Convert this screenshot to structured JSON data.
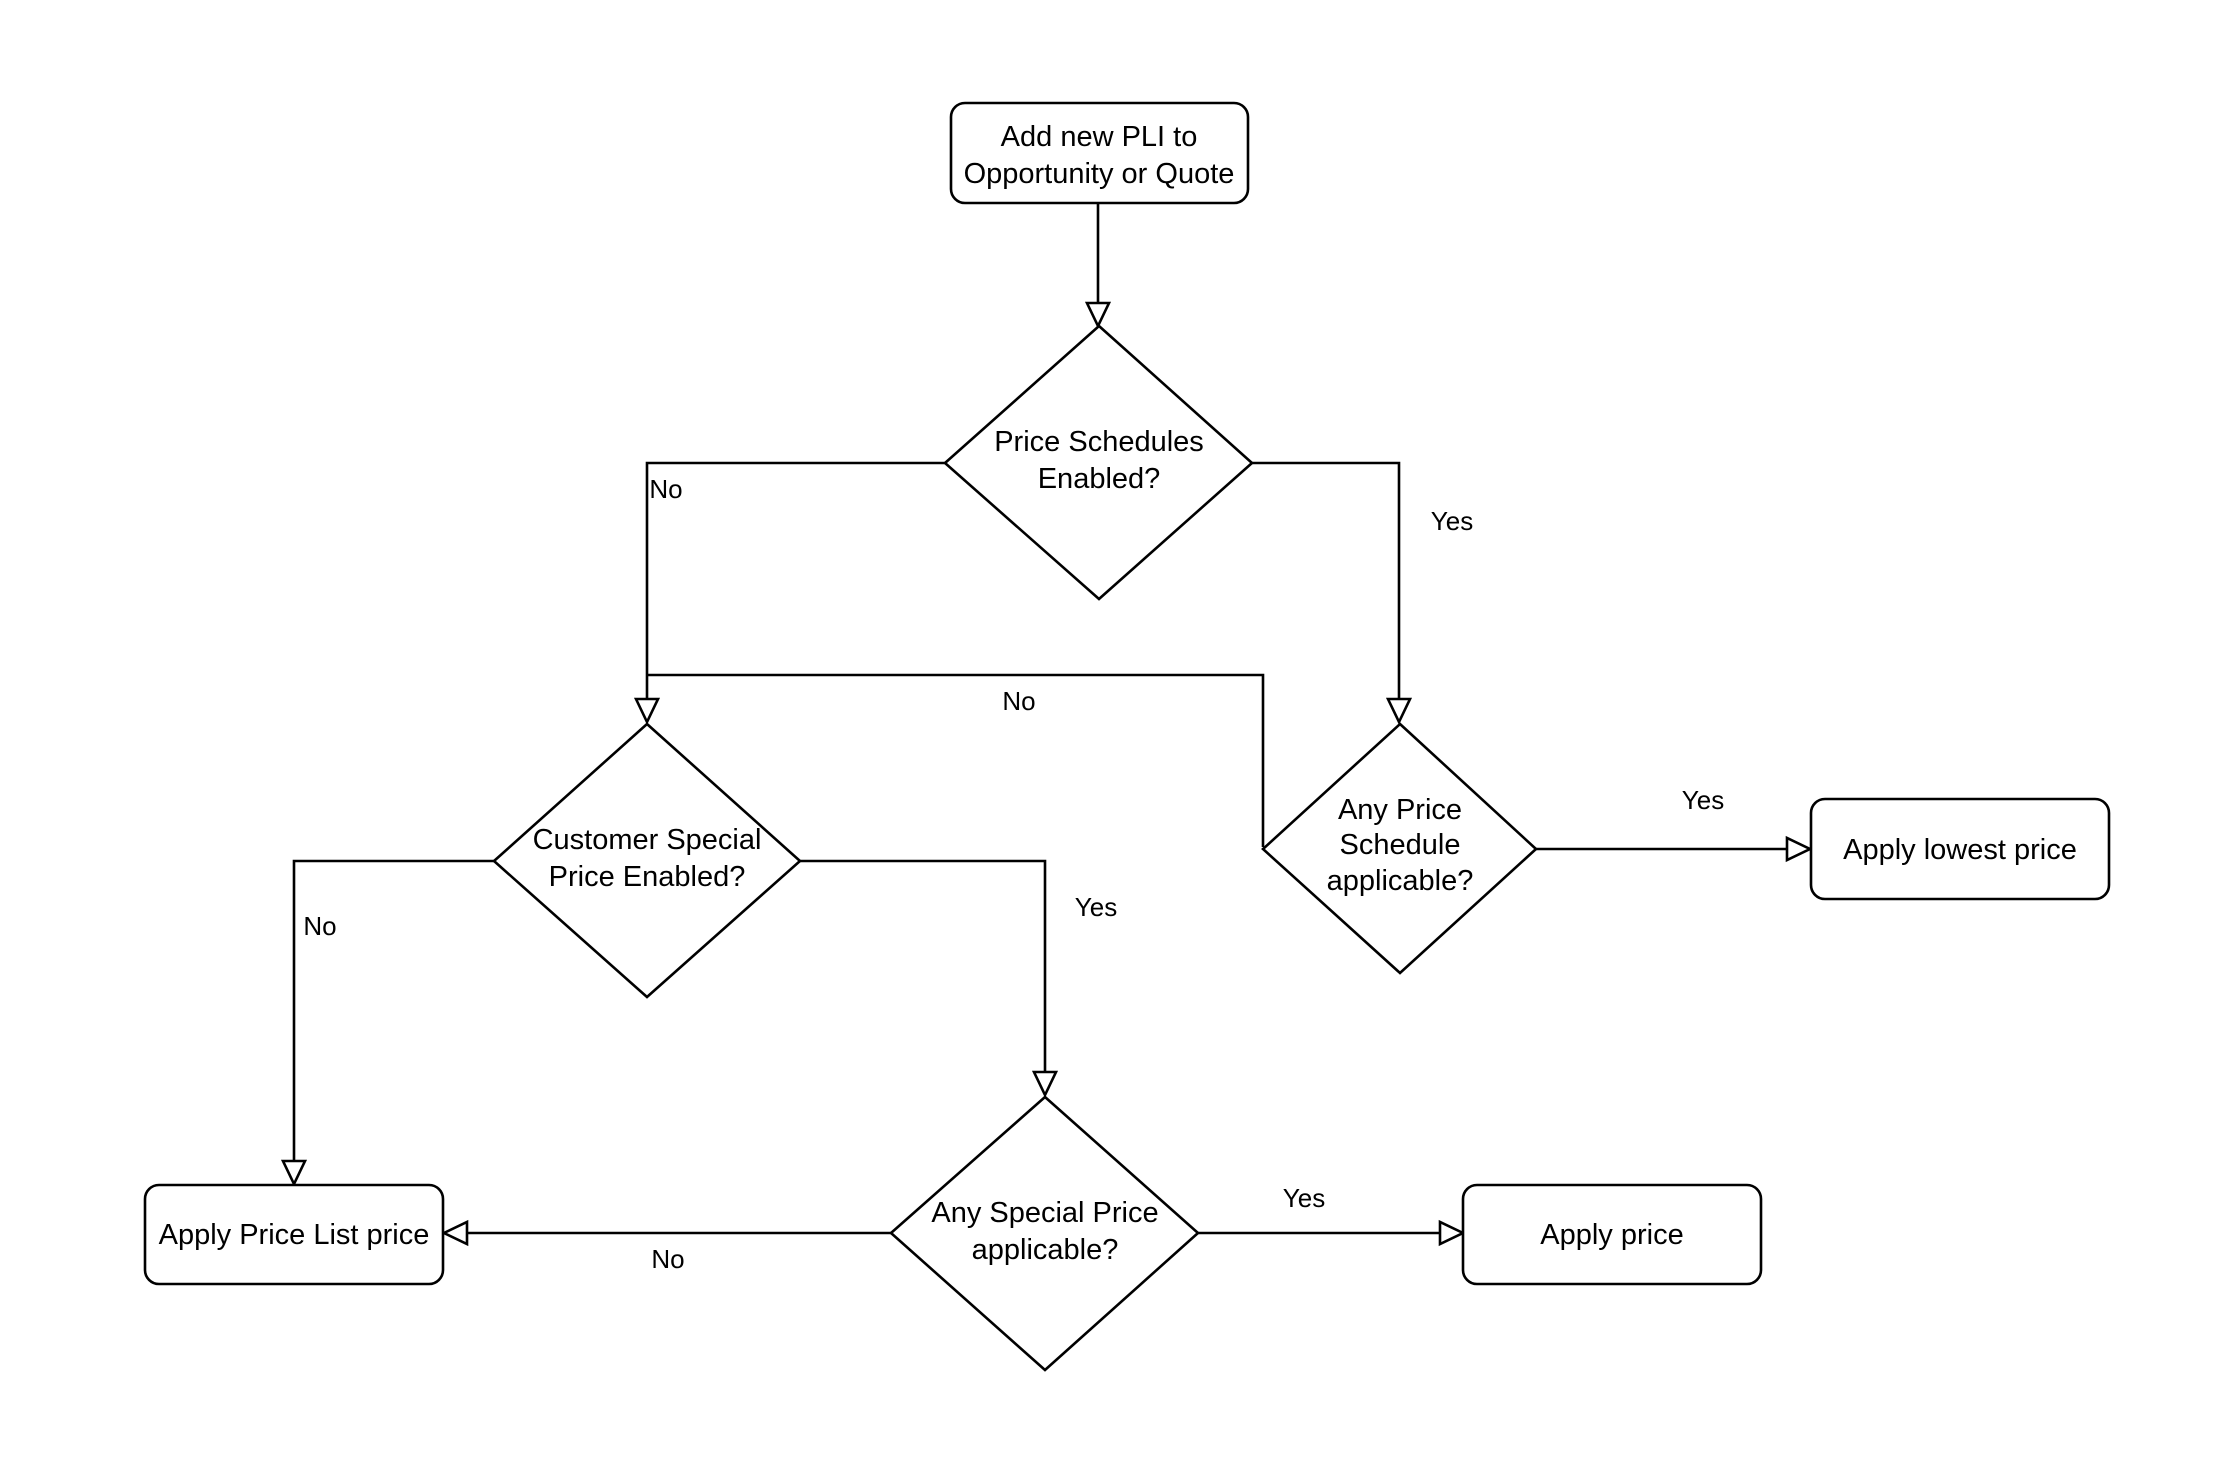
{
  "nodes": {
    "start": {
      "lines": [
        "Add new PLI to",
        "Opportunity or Quote"
      ]
    },
    "price_schedules_enabled": {
      "lines": [
        "Price Schedules",
        "Enabled?"
      ]
    },
    "customer_special_price_enabled": {
      "lines": [
        "Customer Special",
        "Price Enabled?"
      ]
    },
    "any_price_schedule_applicable": {
      "lines": [
        "Any Price",
        "Schedule",
        "applicable?"
      ]
    },
    "apply_lowest_price": {
      "lines": [
        "Apply lowest price"
      ]
    },
    "any_special_price_applicable": {
      "lines": [
        "Any Special Price",
        "applicable?"
      ]
    },
    "apply_price_list_price": {
      "lines": [
        "Apply Price List price"
      ]
    },
    "apply_price": {
      "lines": [
        "Apply price"
      ]
    }
  },
  "edges": {
    "ps_no": {
      "label": "No"
    },
    "ps_yes": {
      "label": "Yes"
    },
    "aps_no": {
      "label": "No"
    },
    "aps_yes": {
      "label": "Yes"
    },
    "csp_no": {
      "label": "No"
    },
    "csp_yes": {
      "label": "Yes"
    },
    "asp_no": {
      "label": "No"
    },
    "asp_yes": {
      "label": "Yes"
    }
  },
  "colors": {
    "stroke": "#000000",
    "fill": "#ffffff",
    "background": "#ffffff"
  }
}
